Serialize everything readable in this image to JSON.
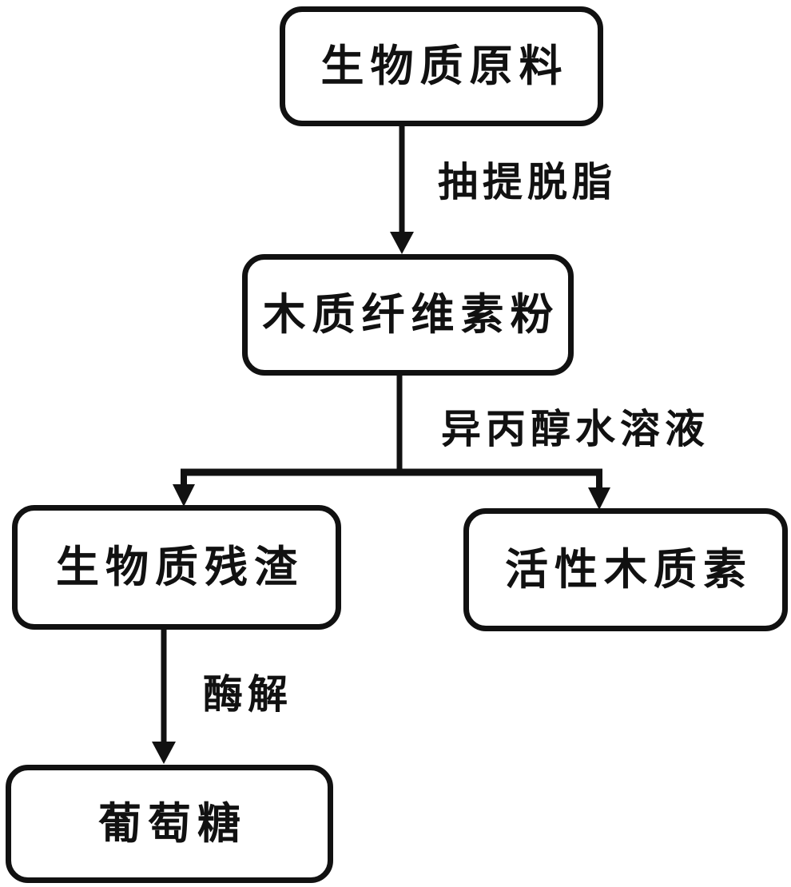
{
  "flowchart": {
    "nodes": {
      "biomass_raw": "生物质原料",
      "lignocellulose_powder": "木质纤维素粉",
      "biomass_residue": "生物质残渣",
      "active_lignin": "活性木质素",
      "glucose": "葡萄糖"
    },
    "edge_labels": {
      "extraction": "抽提脱脂",
      "ipa_solution": "异丙醇水溶液",
      "enzymolysis": "酶解"
    },
    "edges": [
      {
        "from": "biomass_raw",
        "to": "lignocellulose_powder",
        "label": "抽提脱脂"
      },
      {
        "from": "lignocellulose_powder",
        "to": "biomass_residue",
        "label": "异丙醇水溶液"
      },
      {
        "from": "lignocellulose_powder",
        "to": "active_lignin",
        "label": "异丙醇水溶液"
      },
      {
        "from": "biomass_residue",
        "to": "glucose",
        "label": "酶解"
      }
    ],
    "colors": {
      "stroke": "#111111",
      "background": "#ffffff",
      "text": "#111111"
    }
  }
}
